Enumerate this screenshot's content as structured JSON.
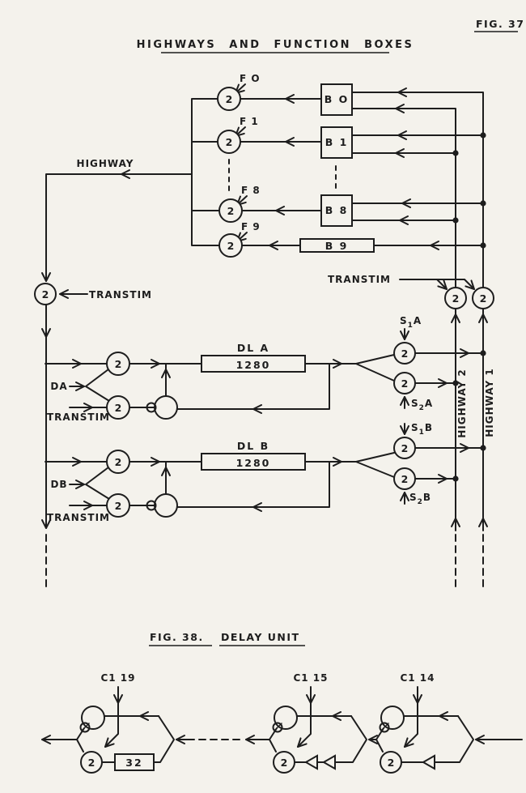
{
  "fig37": {
    "figure_label": "FIG. 37",
    "title": "HIGHWAYS AND FUNCTION BOXES",
    "highway_out_label": "HIGHWAY",
    "transtim_main_label": "TRANSTIM",
    "transtim_highways_label": "TRANSTIM",
    "coincidence_value": "2",
    "function_rows": [
      {
        "gate_label": "F O",
        "box_label": "B O"
      },
      {
        "gate_label": "F 1",
        "box_label": "B 1"
      },
      {
        "gate_label": "F 8",
        "box_label": "B 8"
      },
      {
        "gate_label": "F 9",
        "box_label": "B 9"
      }
    ],
    "delay_line_a": {
      "label": "DL A",
      "length": "1280",
      "input_label": "DA",
      "transtim_label": "TRANSTIM",
      "s1": {
        "base": "S",
        "sub": "1",
        "suffix": "A"
      },
      "s2": {
        "base": "S",
        "sub": "2",
        "suffix": "A"
      }
    },
    "delay_line_b": {
      "label": "DL B",
      "length": "1280",
      "input_label": "DB",
      "transtim_label": "TRANSTIM",
      "s1": {
        "base": "S",
        "sub": "1",
        "suffix": "B"
      },
      "s2": {
        "base": "S",
        "sub": "2",
        "suffix": "B"
      }
    },
    "highway1_label": "HIGHWAY 1",
    "highway2_label": "HIGHWAY 2"
  },
  "fig38": {
    "figure_label": "FIG. 38.",
    "title": "DELAY UNIT",
    "coincidence_value": "2",
    "cells": [
      {
        "clock_label": "C1 19",
        "delay_box": "32"
      },
      {
        "clock_label": "C1 15"
      },
      {
        "clock_label": "C1 14"
      }
    ]
  }
}
